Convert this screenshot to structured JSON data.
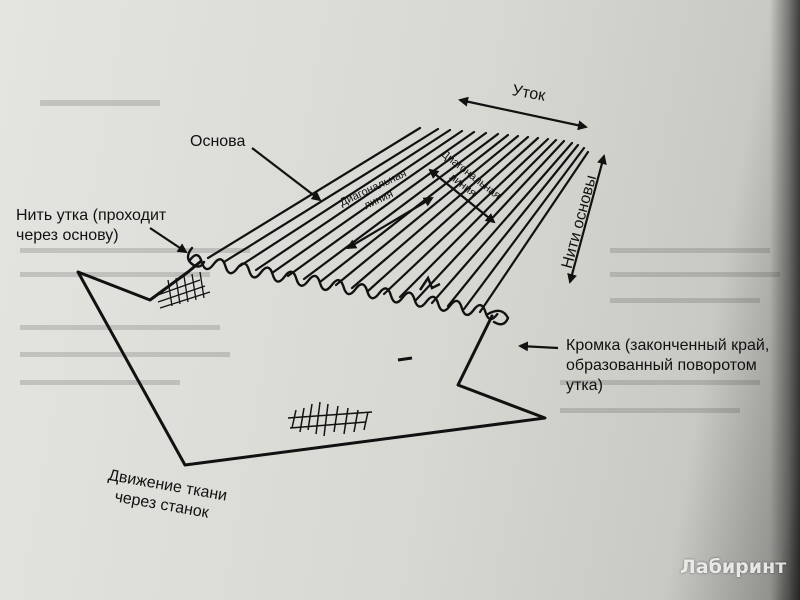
{
  "labels": {
    "warp": "Основа",
    "weft_thread_line1": "Нить утка (проходит",
    "weft_thread_line2": "через основу)",
    "weft": "Уток",
    "warp_threads": "Нити основы",
    "diagonal_1_line1": "Диагональная",
    "diagonal_1_line2": "линия",
    "diagonal_2_line1": "Диагональная",
    "diagonal_2_line2": "линия",
    "selvage_line1": "Кромка (законченный край,",
    "selvage_line2": "образованный поворотом",
    "selvage_line3": "утка)",
    "movement_line1": "Движение ткани",
    "movement_line2": "через станок"
  },
  "watermark": "Лабиринт",
  "colors": {
    "ink": "#111111",
    "paper": "#e2e2de"
  }
}
